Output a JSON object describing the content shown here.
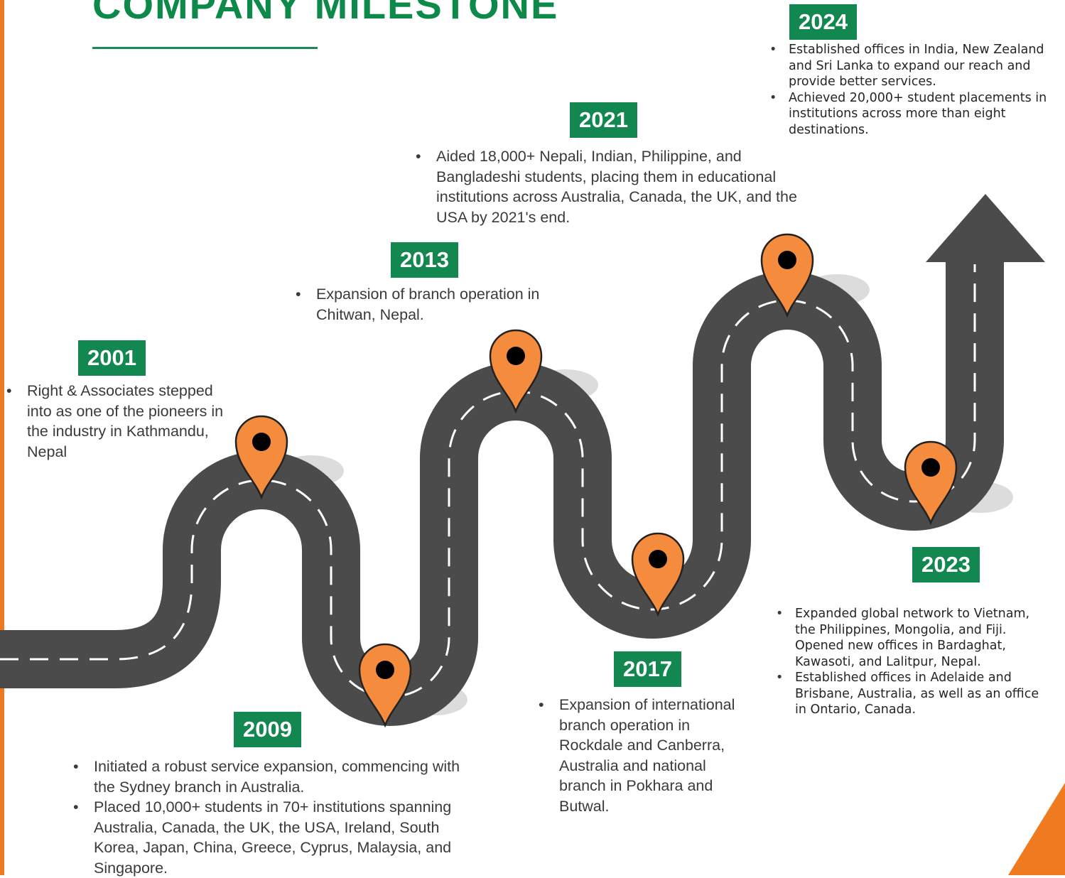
{
  "page": {
    "title": "COMPANY MILESTONE"
  },
  "colors": {
    "brand_green": "#12874f",
    "accent_orange": "#f07a1f",
    "road": "#4b4b4b",
    "road_marking": "#ffffff",
    "pin": "#f58b3c",
    "pin_dot": "#000000"
  },
  "icons": {
    "pin": "map-pin-icon",
    "arrow": "up-arrow-icon"
  },
  "milestones": [
    {
      "year": "2001",
      "items": [
        "Right & Associates stepped into as one of the pioneers in the industry in Kathmandu, Nepal"
      ]
    },
    {
      "year": "2009",
      "items": [
        "Initiated a robust service expansion, commencing with the Sydney branch in Australia.",
        "Placed 10,000+ students in 70+ institutions spanning Australia, Canada, the UK, the USA, Ireland, South Korea, Japan, China, Greece, Cyprus, Malaysia, and Singapore."
      ]
    },
    {
      "year": "2013",
      "items": [
        "Expansion of branch operation in Chitwan, Nepal."
      ]
    },
    {
      "year": "2017",
      "items": [
        "Expansion of international branch operation in Rockdale and Canberra, Australia and national branch in Pokhara and Butwal."
      ]
    },
    {
      "year": "2021",
      "items": [
        "Aided 18,000+ Nepali, Indian, Philippine, and Bangladeshi students, placing them in educational institutions across Australia, Canada, the UK, and the USA by 2021's end."
      ]
    },
    {
      "year": "2023",
      "items": [
        "Expanded global network to Vietnam, the Philippines, Mongolia, and Fiji. Opened new offices in Bardaghat, Kawasoti, and Lalitpur, Nepal.",
        "Established offices in Adelaide and Brisbane, Australia, as well as an office in Ontario, Canada."
      ]
    },
    {
      "year": "2024",
      "items": [
        "Established offices in India, New Zealand and Sri Lanka to expand our reach and provide better services.",
        "Achieved 20,000+ student placements in institutions across more than eight destinations."
      ]
    }
  ]
}
